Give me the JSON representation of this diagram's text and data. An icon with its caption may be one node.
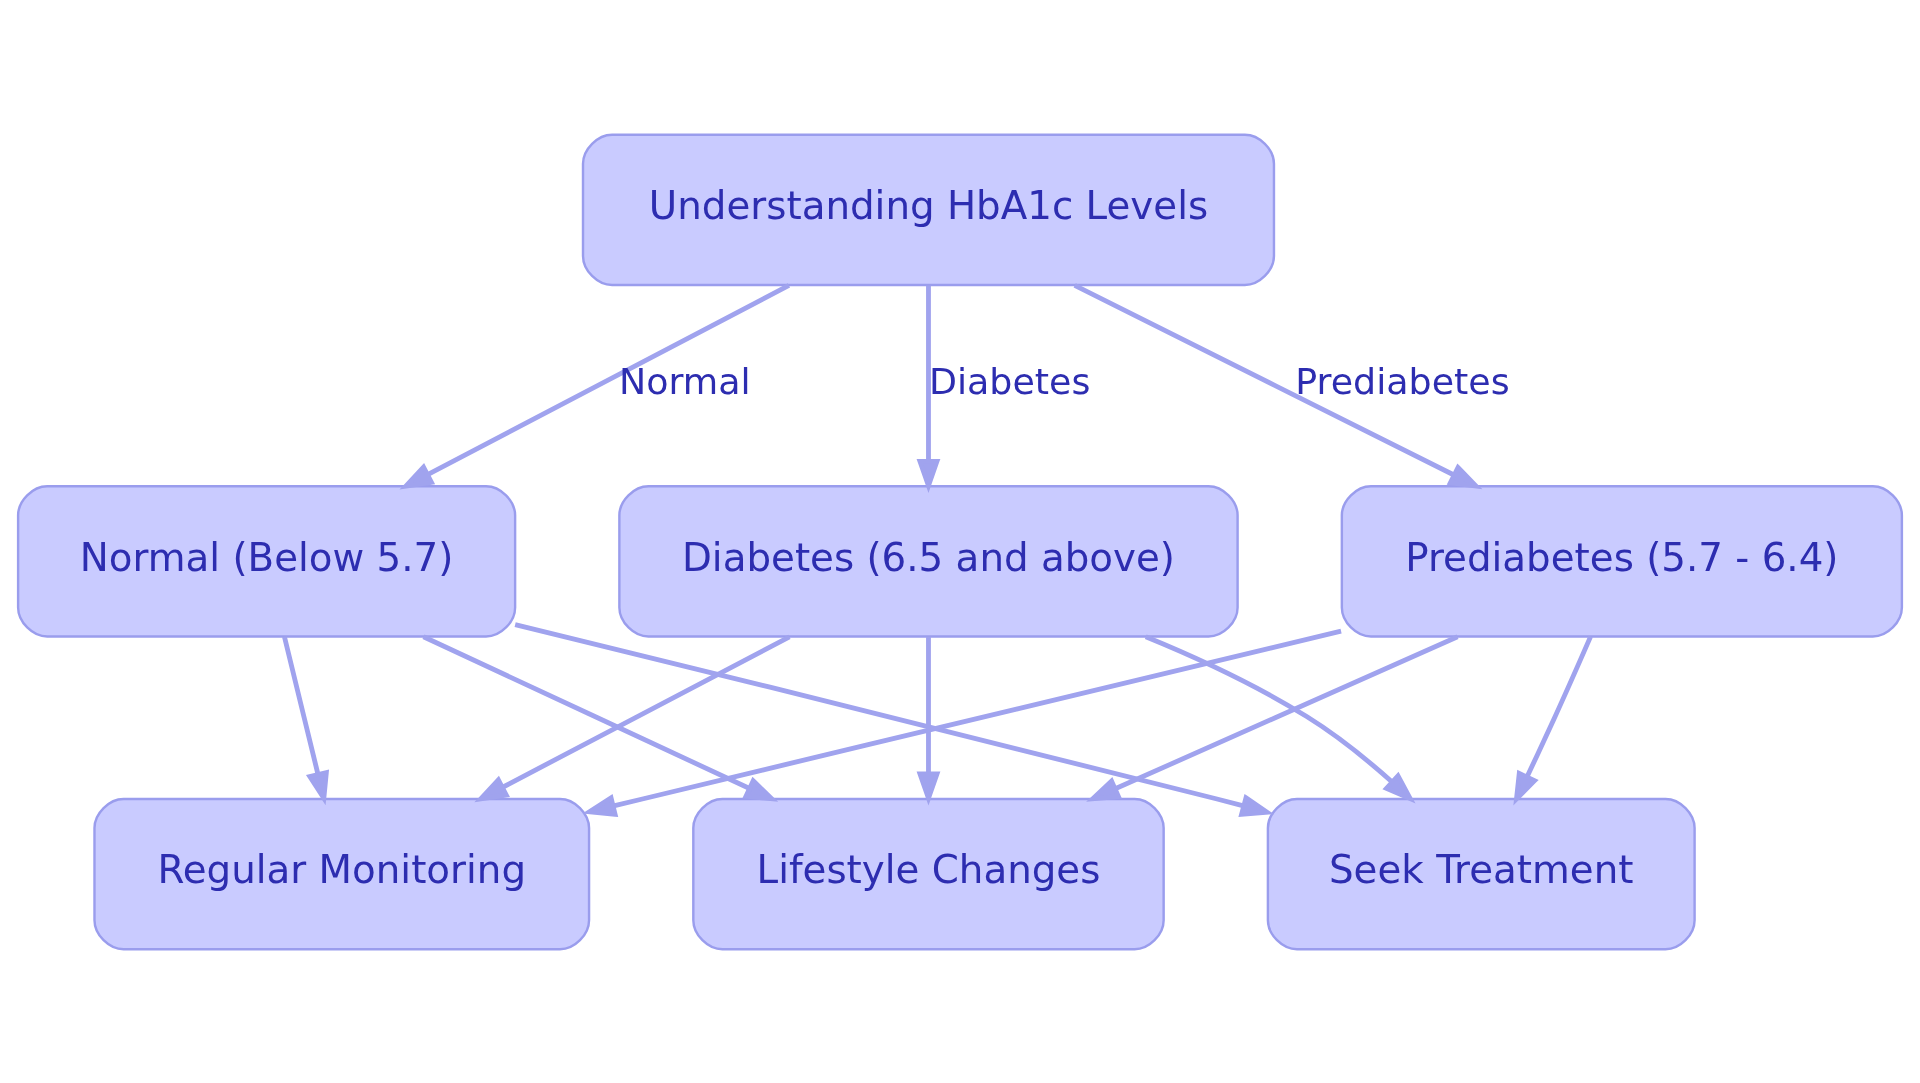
{
  "diagram": {
    "nodes": [
      {
        "text": [
          "Understanding HbA1c Levels"
        ]
      },
      {
        "text": [
          "Normal (Below 5.7)"
        ]
      },
      {
        "text": [
          "Prediabetes (5.7 - 6.4)"
        ]
      },
      {
        "text": [
          "Diabetes (6.5 and above)"
        ]
      },
      {
        "text": [
          "Lifestyle Changes"
        ]
      },
      {
        "text": [
          "Regular Monitoring"
        ]
      },
      {
        "text": [
          "Seek Treatment"
        ]
      }
    ],
    "edges": [
      {
        "from": 0,
        "to": 1,
        "arrow": "to",
        "label": "Normal"
      },
      {
        "from": 0,
        "to": 2,
        "arrow": "to",
        "label": "Prediabetes"
      },
      {
        "from": 0,
        "to": 3,
        "arrow": "to",
        "label": "Diabetes"
      },
      {
        "from": 1,
        "to": 4,
        "arrow": "to"
      },
      {
        "from": 1,
        "to": 5,
        "arrow": "to"
      },
      {
        "from": 1,
        "to": 6,
        "arrow": "to"
      },
      {
        "from": 2,
        "to": 4,
        "arrow": "to"
      },
      {
        "from": 2,
        "to": 5,
        "arrow": "to"
      },
      {
        "from": 2,
        "to": 6,
        "arrow": "to"
      },
      {
        "from": 3,
        "to": 4,
        "arrow": "to"
      },
      {
        "from": 3,
        "to": 5,
        "arrow": "to"
      },
      {
        "from": 3,
        "to": 6,
        "arrow": "to"
      }
    ]
  }
}
